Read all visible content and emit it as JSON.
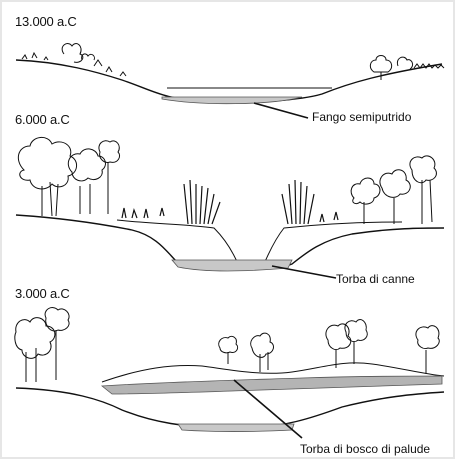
{
  "stages": [
    {
      "era": "13.000 a.C",
      "annotation": "Fango semiputrido"
    },
    {
      "era": "6.000 a.C",
      "annotation": "Torba di canne"
    },
    {
      "era": "3.000 a.C",
      "annotation": "Torba di bosco di palude"
    }
  ],
  "colors": {
    "line": "#111111",
    "sediment": "#c8c8c8",
    "peat": "#a9a9a9",
    "frame": "#e6e6e6"
  }
}
